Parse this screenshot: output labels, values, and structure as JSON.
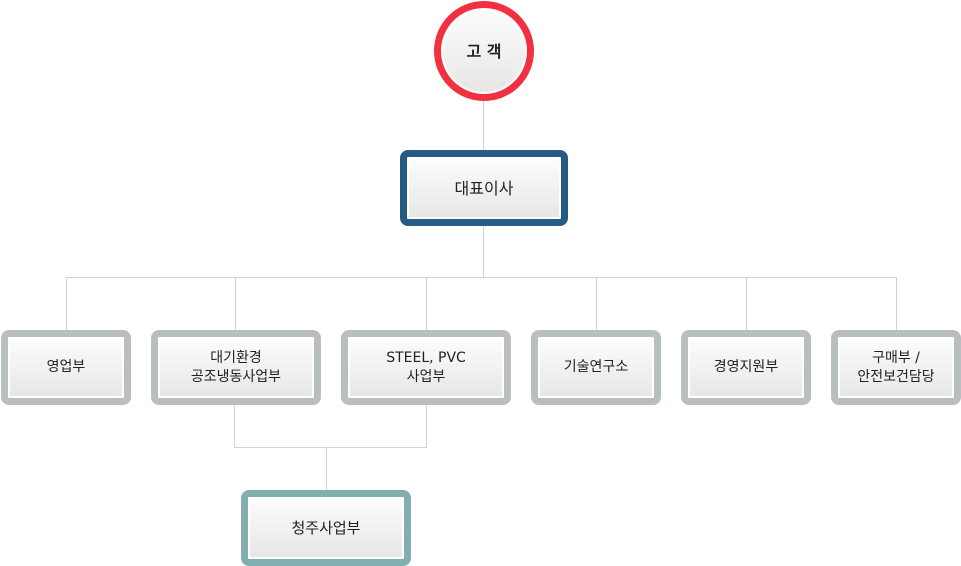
{
  "customer": "고 객",
  "ceo": "대표이사",
  "departments": [
    "영업부",
    "대기환경\n공조냉동사업부",
    "STEEL, PVC\n사업부",
    "기술연구소",
    "경영지원부",
    "구매부 /\n안전보건담당"
  ],
  "branch": "청주사업부",
  "colors": {
    "customer": "#f2303f",
    "ceo": "#255c85",
    "department": "#b9bec1",
    "branch": "#82aeb0",
    "connector": "#d2d2d2"
  }
}
